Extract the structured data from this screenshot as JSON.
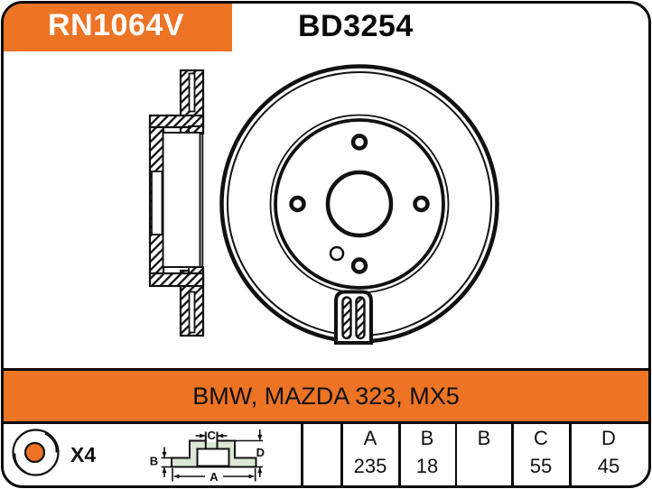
{
  "header": {
    "catalog_ref": "RN1064V",
    "part_number": "BD3254"
  },
  "vehicle_band": {
    "applications": "BMW, MAZDA 323, MX5"
  },
  "bolt_info": {
    "icon": "wheel-nut-icon",
    "quantity_label": "X4"
  },
  "dimension_diagram": {
    "icon": "disc-section-dimension-diagram",
    "labels": {
      "a": "A",
      "b": "B",
      "c": "C",
      "d": "D"
    }
  },
  "dimension_table": {
    "columns": [
      {
        "label": "A",
        "value": "235"
      },
      {
        "label": "B",
        "value": "18"
      },
      {
        "label": "B",
        "value": ""
      },
      {
        "label": "C",
        "value": "55"
      },
      {
        "label": "D",
        "value": "45"
      }
    ]
  },
  "drawings": {
    "cross_section": "brake-disc-cross-section",
    "front_view": "brake-disc-front-view"
  },
  "colors": {
    "accent_orange": "#ED7325",
    "diagram_fill": "#DBE8D5",
    "ink": "#111111"
  }
}
